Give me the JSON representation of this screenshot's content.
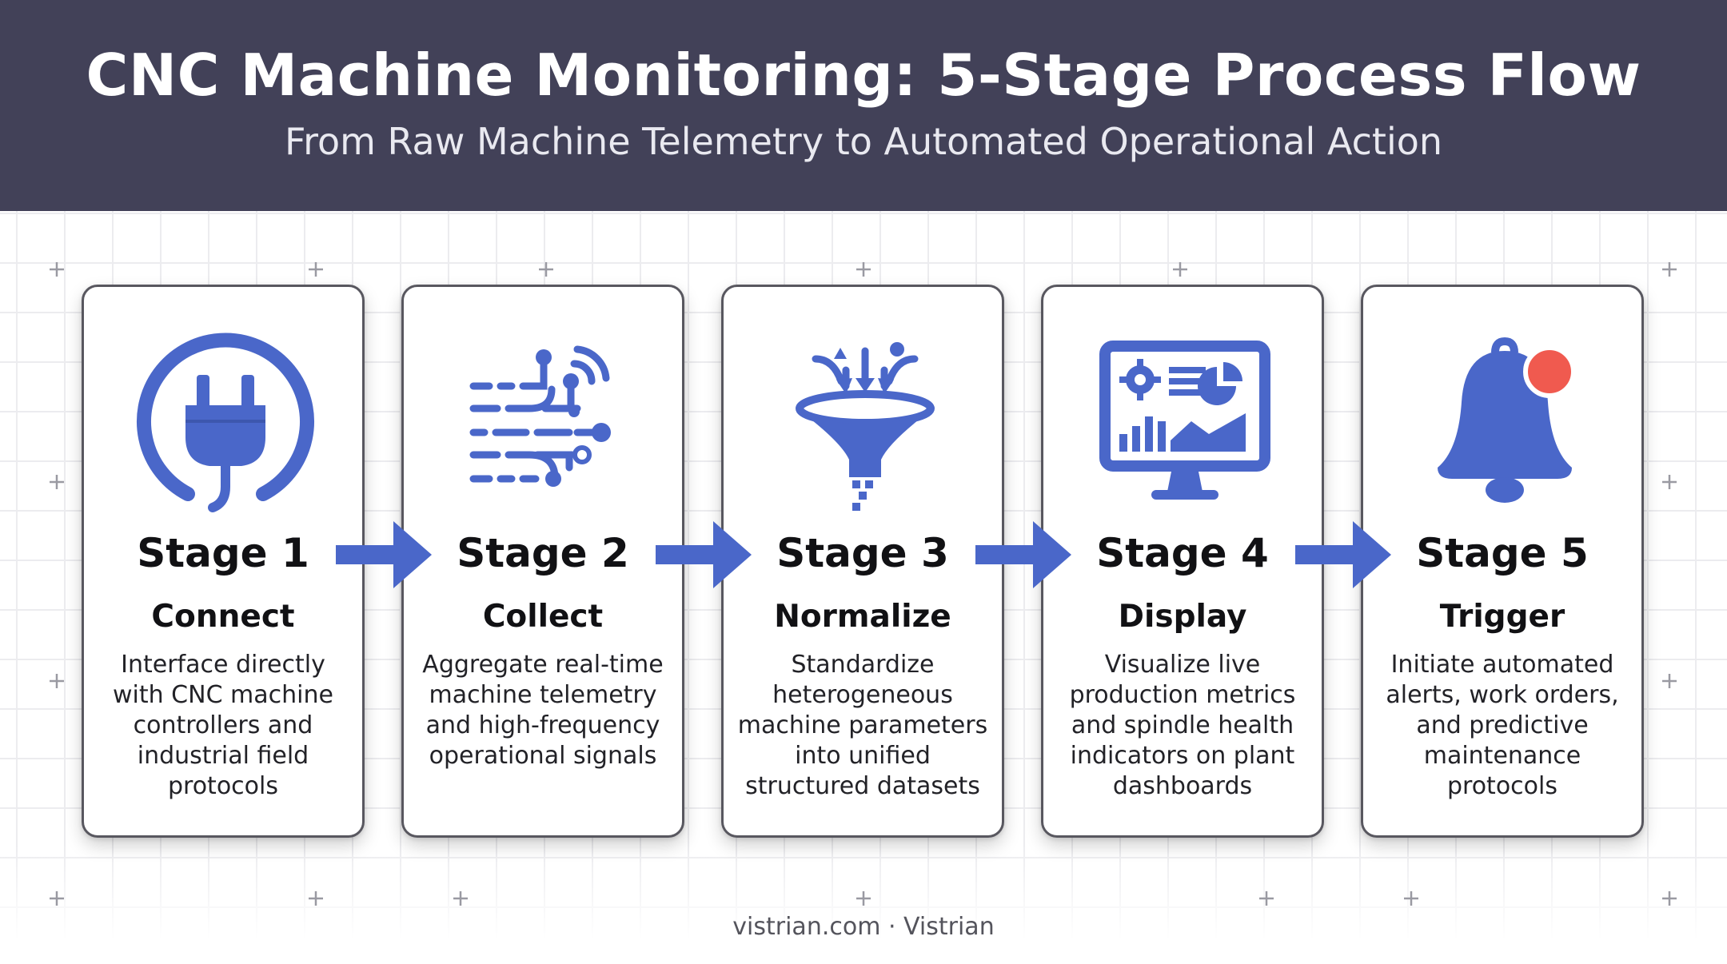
{
  "header": {
    "title": "CNC Machine Monitoring: 5-Stage Process Flow",
    "subtitle": "From Raw Machine Telemetry to Automated Operational Action"
  },
  "colors": {
    "header_bg": "#424158",
    "accent_blue": "#4a67c9",
    "alert_red": "#f05a4f"
  },
  "stages": [
    {
      "label": "Stage 1",
      "name": "Connect",
      "description": "Interface directly with CNC machine controllers and industrial field protocols",
      "icon": "plug-icon"
    },
    {
      "label": "Stage 2",
      "name": "Collect",
      "description": "Aggregate real-time machine telemetry and high-frequency operational signals",
      "icon": "data-streams-icon"
    },
    {
      "label": "Stage 3",
      "name": "Normalize",
      "description": "Standardize heterogeneous machine parameters into unified structured datasets",
      "icon": "funnel-icon"
    },
    {
      "label": "Stage 4",
      "name": "Display",
      "description": "Visualize live production metrics and spindle health indicators on plant dashboards",
      "icon": "dashboard-monitor-icon"
    },
    {
      "label": "Stage 5",
      "name": "Trigger",
      "description": "Initiate automated alerts, work orders, and predictive maintenance protocols",
      "icon": "bell-alert-icon"
    }
  ],
  "arrows": [
    "arrow-right-icon",
    "arrow-right-icon",
    "arrow-right-icon",
    "arrow-right-icon"
  ],
  "footer": {
    "text": "vistrian.com · Vistrian"
  }
}
